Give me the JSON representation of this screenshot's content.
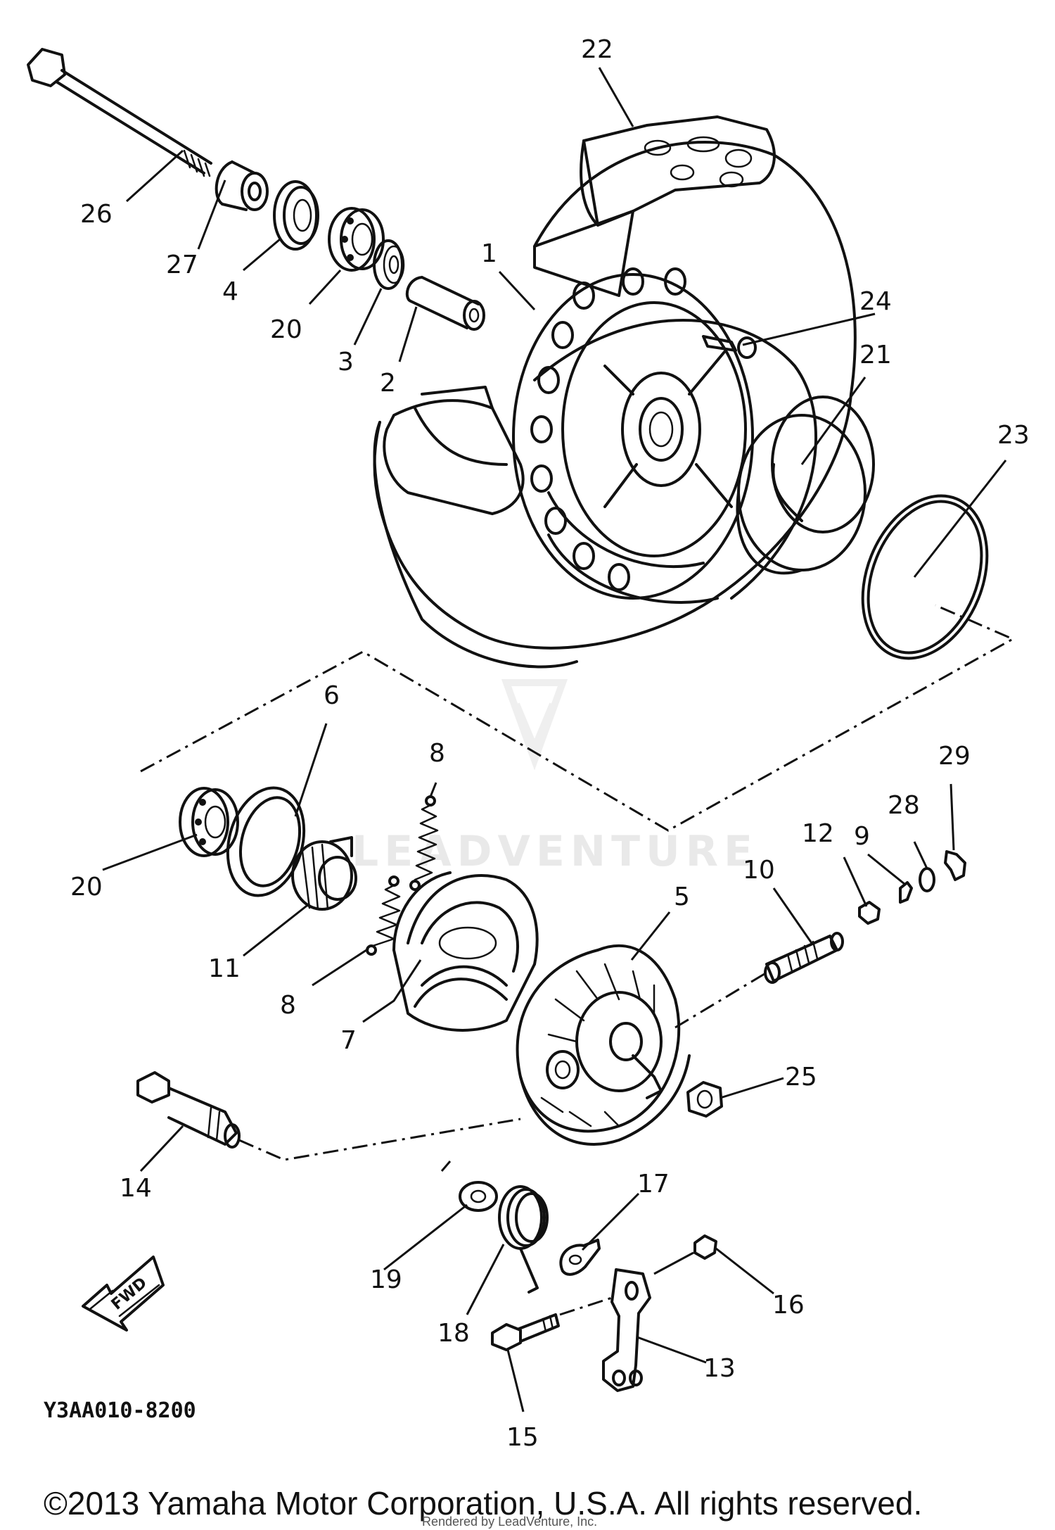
{
  "diagram_code": "Y3AA010-8200",
  "watermark": "LEADVENTURE",
  "fwd_label": "FWD",
  "copyright": "©2013 Yamaha Motor Corporation, U.S.A. All rights reserved.",
  "rendered_by": "Rendered by LeadVenture, Inc.",
  "callouts": [
    "1",
    "2",
    "3",
    "4",
    "5",
    "6",
    "7",
    "8",
    "8",
    "9",
    "10",
    "11",
    "12",
    "13",
    "14",
    "15",
    "16",
    "17",
    "18",
    "19",
    "20",
    "20",
    "21",
    "22",
    "23",
    "24",
    "25",
    "26",
    "27",
    "28",
    "29"
  ]
}
